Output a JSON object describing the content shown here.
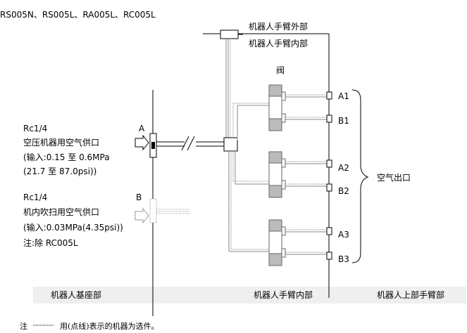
{
  "title": "RS005N、RS005L、RA005L、RC005L",
  "labels": {
    "arm_outside": "机器人手臂外部",
    "arm_inside": "机器人手臂内部",
    "valve": "阀",
    "port_a": "A",
    "port_b": "B",
    "outputs_group": "空气出口"
  },
  "outputs": [
    "A1",
    "B1",
    "A2",
    "B2",
    "A3",
    "B3"
  ],
  "supply_a": {
    "line1": "Rc1/4",
    "line2": "空压机器用空气供口",
    "line3": "(输入:0.15 至 0.6MPa",
    "line4": "(21.7 至 87.0psi))"
  },
  "supply_b": {
    "line1": "Rc1/4",
    "line2": "机内吹扫用空气供口",
    "line3": "(输入:0.03MPa(4.35psi))",
    "line4": "注:除 RC005L"
  },
  "bottom_band": {
    "left": "机器人基座部",
    "middle": "机器人手臂内部",
    "right": "机器人上部手臂部"
  },
  "footnote": {
    "prefix": "注",
    "text": "用(点线)表示的机器为选件。"
  }
}
